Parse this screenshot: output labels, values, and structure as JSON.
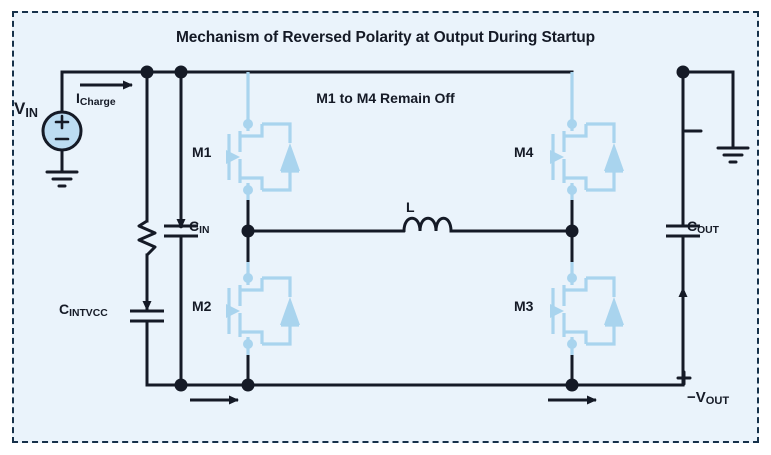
{
  "diagram": {
    "title": "Mechanism of Reversed Polarity at Output During Startup",
    "subtitle": "M1 to M4 Remain Off",
    "colors": {
      "background": "#eaf3fb",
      "border": "#16314a",
      "wire": "#151a26",
      "mosfet": "#a9d4ee",
      "source_fill": "#bcdcf2",
      "text": "#151a26"
    },
    "labels": {
      "vin": "V",
      "vin_sub": "IN",
      "i_charge": "I",
      "i_charge_sub": "Charge",
      "m1": "M1",
      "m2": "M2",
      "m3": "M3",
      "m4": "M4",
      "cin": "C",
      "cin_sub": "IN",
      "cintvcc": "C",
      "cintvcc_sub": "INTVCC",
      "inductor": "L",
      "cout": "C",
      "cout_sub": "OUT",
      "vout": "−V",
      "vout_sub": "OUT",
      "plus_sign": "+",
      "minus_sign": "−"
    },
    "components": [
      {
        "name": "voltage-source",
        "type": "dc-source",
        "label": "VIN"
      },
      {
        "name": "ground-input",
        "type": "ground"
      },
      {
        "name": "ground-output",
        "type": "ground"
      },
      {
        "name": "resistor-intvcc",
        "type": "resistor"
      },
      {
        "name": "capacitor-intvcc",
        "type": "capacitor",
        "label": "CINTVCC"
      },
      {
        "name": "capacitor-input",
        "type": "capacitor",
        "label": "CIN"
      },
      {
        "name": "capacitor-output",
        "type": "capacitor",
        "label": "COUT"
      },
      {
        "name": "inductor",
        "type": "inductor",
        "label": "L"
      },
      {
        "name": "mosfet-m1",
        "type": "nmos-with-body-diode",
        "label": "M1",
        "state": "off"
      },
      {
        "name": "mosfet-m2",
        "type": "nmos-with-body-diode",
        "label": "M2",
        "state": "off"
      },
      {
        "name": "mosfet-m3",
        "type": "nmos-with-body-diode",
        "label": "M3",
        "state": "off"
      },
      {
        "name": "mosfet-m4",
        "type": "nmos-with-body-diode",
        "label": "M4",
        "state": "off"
      }
    ],
    "current_arrows": [
      {
        "name": "arrow-i-charge",
        "direction": "right",
        "label": "ICharge"
      },
      {
        "name": "arrow-cin-down",
        "direction": "down"
      },
      {
        "name": "arrow-cintvcc-down",
        "direction": "down"
      },
      {
        "name": "arrow-bottom-left",
        "direction": "right"
      },
      {
        "name": "arrow-bottom-right",
        "direction": "right"
      },
      {
        "name": "arrow-cout-up",
        "direction": "up"
      }
    ]
  }
}
